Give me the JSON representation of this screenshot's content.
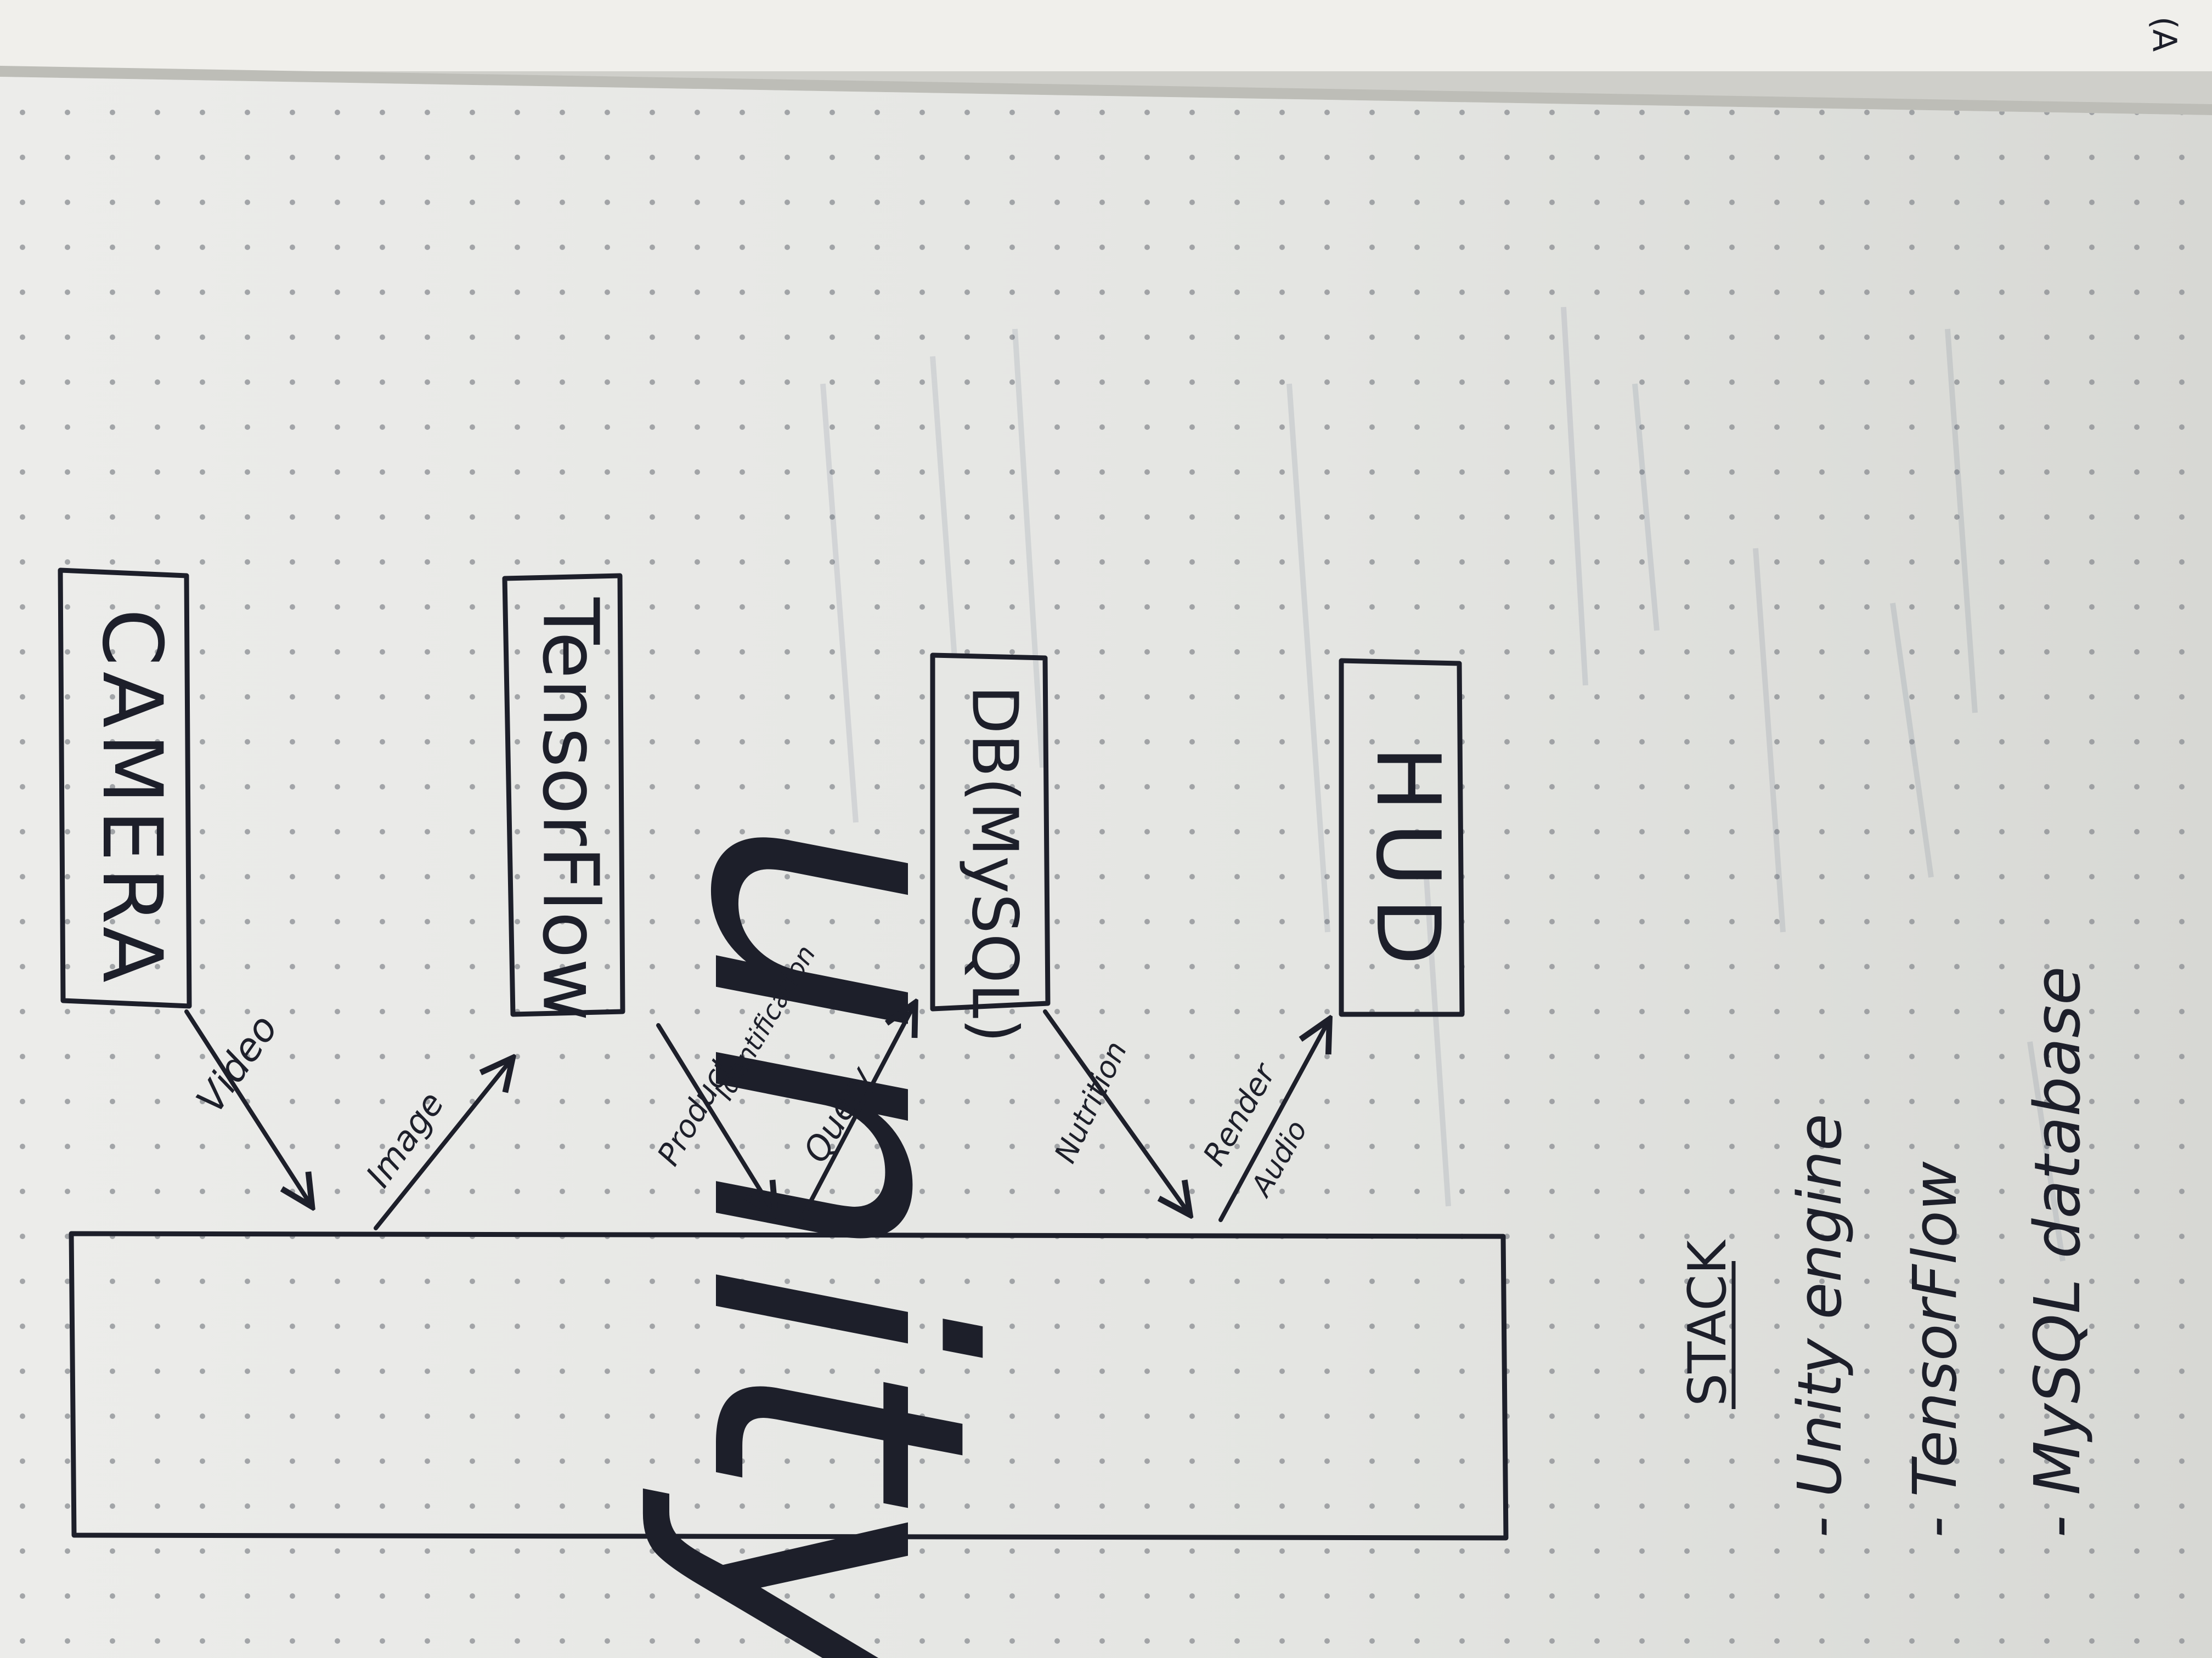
{
  "diagram": {
    "nodes": {
      "camera": "CAMERA",
      "tensorflow": "TensorFlow",
      "db": "DB(MySQL)",
      "hud": "HUD",
      "unity": "unity"
    },
    "edges": {
      "video": "Video",
      "image": "Image",
      "product_identification_1": "Product",
      "product_identification_2": "Identification",
      "query": "Query",
      "nutrition": "Nutrition",
      "render_audio_1": "Render",
      "render_audio_2": "Audio"
    }
  },
  "stack": {
    "heading": "STACK",
    "items": [
      "- Unity engine",
      "- TensorFlow",
      "- MySQL database"
    ]
  },
  "corner_mark": "(A"
}
